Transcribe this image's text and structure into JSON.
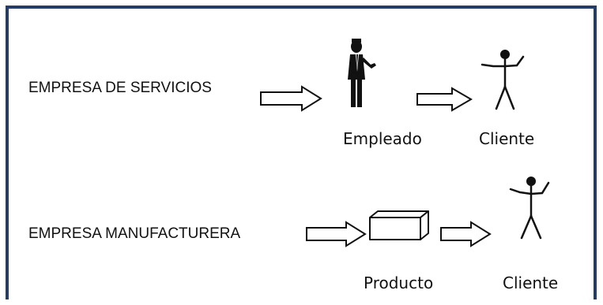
{
  "rows": [
    {
      "label": "EMPRESA DE SERVICIOS",
      "middle_caption": "Empleado",
      "end_caption": "Cliente",
      "middle_icon": "businessman-icon",
      "end_icon": "stick-figure-icon"
    },
    {
      "label": "EMPRESA MANUFACTURERA",
      "middle_caption": "Producto",
      "end_caption": "Cliente",
      "middle_icon": "box-icon",
      "end_icon": "stick-figure-icon"
    }
  ],
  "colors": {
    "border": "#243c68",
    "ink": "#111111",
    "background": "#ffffff"
  }
}
